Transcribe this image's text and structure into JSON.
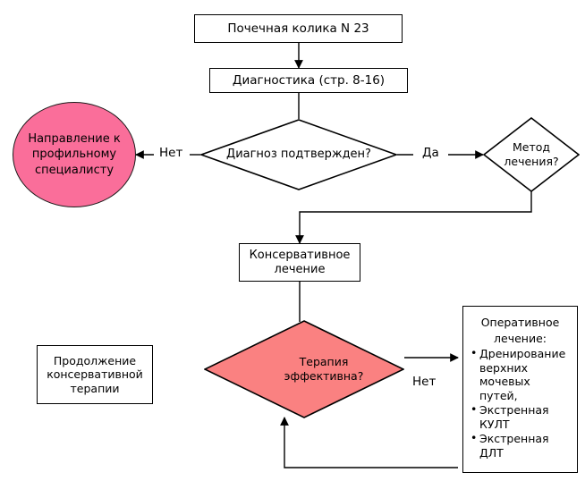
{
  "chart_data": {
    "type": "diagram",
    "title": "Почечная колика N 23",
    "nodes": [
      {
        "id": "start",
        "shape": "rect",
        "label": "Почечная колика N 23"
      },
      {
        "id": "diagnostics",
        "shape": "rect",
        "label": "Диагностика (стр. 8-16)"
      },
      {
        "id": "confirm",
        "shape": "diamond",
        "label": "Диагноз подтвержден?"
      },
      {
        "id": "referral",
        "shape": "circle",
        "label": "Направление к профильному специалисту",
        "fill": "#fa6e9a"
      },
      {
        "id": "method",
        "shape": "diamond",
        "label": "Метод лечения?"
      },
      {
        "id": "conservative",
        "shape": "rect",
        "label": "Консервативное лечение"
      },
      {
        "id": "effective",
        "shape": "diamond",
        "label": "Терапия эффективна?",
        "fill": "#fa8181"
      },
      {
        "id": "continue",
        "shape": "rect",
        "label": "Продолжение консервативной терапии"
      },
      {
        "id": "operative",
        "shape": "rect",
        "label": "Оперативное лечение:"
      }
    ],
    "edge_labels": [
      "Нет",
      "Да",
      "Нет"
    ]
  },
  "nodes": {
    "start": {
      "label": "Почечная колика N 23"
    },
    "diagnostics": {
      "label": "Диагностика (стр. 8-16)"
    },
    "confirm": {
      "label": "Диагноз подтвержден?"
    },
    "referral": {
      "line1": "Направление к",
      "line2": "профильному",
      "line3": "специалисту"
    },
    "method": {
      "line1": "Метод",
      "line2": "лечения?"
    },
    "conservative": {
      "line1": "Консервативное",
      "line2": "лечение"
    },
    "effective": {
      "line1": "Терапия",
      "line2": "эффективна?"
    },
    "continue": {
      "line1": "Продолжение",
      "line2": "консервативной",
      "line3": "терапии"
    },
    "operative": {
      "title_line1": "Оперативное",
      "title_line2": "лечение:",
      "items": [
        "Дренирование верхних мочевых путей,",
        "Экстренная КУЛТ",
        "Экстренная ДЛТ"
      ],
      "bullet": "•"
    }
  },
  "edge_labels": {
    "no_confirm": "Нет",
    "yes_confirm": "Да",
    "no_effective": "Нет"
  },
  "colors": {
    "referral_fill": "#fa6e9a",
    "effective_fill": "#fa8181",
    "stroke": "#000000",
    "background": "#ffffff"
  }
}
